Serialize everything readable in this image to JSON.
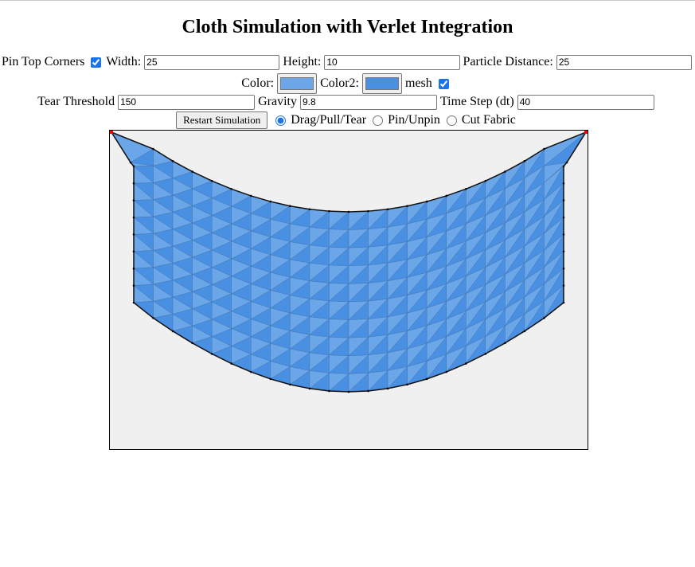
{
  "title": "Cloth Simulation with Verlet Integration",
  "controls": {
    "pin_top_corners": {
      "label": "Pin Top Corners",
      "checked": true
    },
    "width": {
      "label": "Width:",
      "value": "25"
    },
    "height": {
      "label": "Height:",
      "value": "10"
    },
    "particle_distance": {
      "label": "Particle Distance:",
      "value": "25"
    },
    "color": {
      "label": "Color:",
      "value": "#6aa6e8"
    },
    "color2": {
      "label": "Color2:",
      "value": "#4a90e2"
    },
    "mesh": {
      "label": "mesh",
      "checked": true
    },
    "tear_threshold": {
      "label": "Tear Threshold",
      "value": "150"
    },
    "gravity": {
      "label": "Gravity",
      "value": "9.8"
    },
    "time_step": {
      "label": "Time Step (dt)",
      "value": "40"
    },
    "restart_button": "Restart Simulation",
    "modes": [
      {
        "label": "Drag/Pull/Tear",
        "selected": true
      },
      {
        "label": "Pin/Unpin",
        "selected": false
      },
      {
        "label": "Cut Fabric",
        "selected": false
      }
    ]
  },
  "canvas": {
    "background": "#f0f0f0",
    "cloth_color": "#6aa6e8",
    "cloth_color2": "#4a90e2",
    "pin_color": "#ff0000"
  }
}
